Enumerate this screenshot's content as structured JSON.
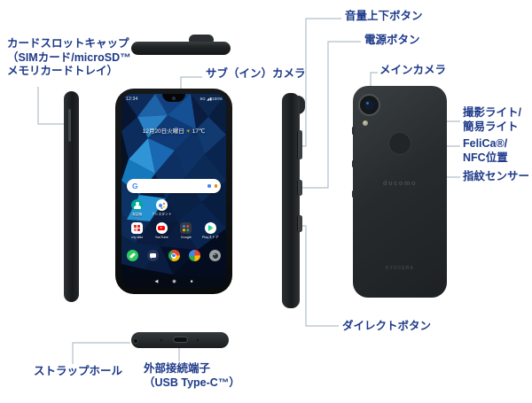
{
  "diagram": {
    "accent_color": "#1d3989",
    "leader_line_color": "#b2bfc8",
    "labels": {
      "card_slot": [
        "カードスロットキャップ",
        "（SIMカード/microSD™",
        "メモリカードトレイ）"
      ],
      "sub_camera": "サブ（イン）カメラ",
      "volume_button": "音量上下ボタン",
      "power_button": "電源ボタン",
      "main_camera": "メインカメラ",
      "photo_light": [
        "撮影ライト/",
        "簡易ライト"
      ],
      "felica": [
        "FeliCa®/",
        "NFC位置"
      ],
      "fingerprint_sensor": "指紋センサー",
      "direct_button": "ダイレクトボタン",
      "strap_hole": "ストラップホール",
      "usb_port": [
        "外部接続端子",
        "（USB Type-C™）"
      ]
    }
  },
  "phone": {
    "back_brand": "docomo",
    "back_maker": "KYOCERA",
    "screen": {
      "status_time": "12:34",
      "status_right": "5G ◢▮100%",
      "date_line": "12月20日火曜日",
      "weather_icon": "☀",
      "temperature": "17℃",
      "search_g": "G",
      "apps_row1": [
        {
          "name": "contacts",
          "label": "電話帳"
        },
        {
          "name": "assistant",
          "label": "アシスタント"
        }
      ],
      "apps_row2": [
        {
          "name": "my-daiz",
          "label": "my daiz"
        },
        {
          "name": "youtube",
          "label": "YouTube"
        },
        {
          "name": "google-folder",
          "label": "Google"
        },
        {
          "name": "play-store",
          "label": "Playストア"
        }
      ],
      "nav": {
        "back": "◀",
        "home": "◉",
        "recents": "■"
      }
    }
  }
}
